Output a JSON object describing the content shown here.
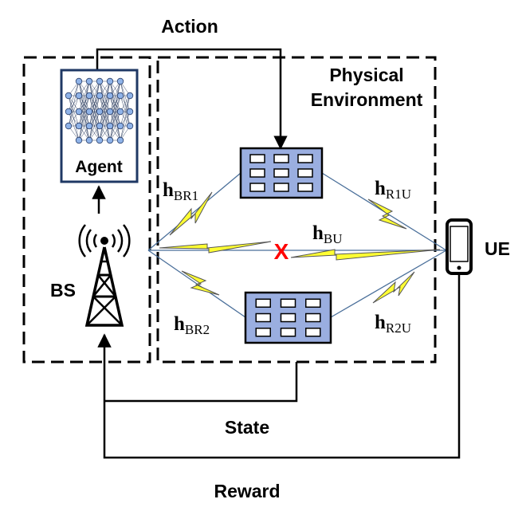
{
  "labels": {
    "action": "Action",
    "physical_line1": "Physical",
    "physical_line2": "Environment",
    "agent": "Agent",
    "bs": "BS",
    "ue": "UE",
    "state": "State",
    "reward": "Reward"
  },
  "channels": {
    "br1": {
      "main": "h",
      "sub": "BR1"
    },
    "r1u": {
      "main": "h",
      "sub": "R1U"
    },
    "bu": {
      "main": "h",
      "sub": "BU"
    },
    "br2": {
      "main": "h",
      "sub": "BR2"
    },
    "r2u": {
      "main": "h",
      "sub": "R2U"
    }
  },
  "colors": {
    "ris_fill": "#9aaee0",
    "ris_stroke": "#000000",
    "lightning": "#ffff33",
    "agent_border": "#1f3864",
    "nn_node": "#8fb3e8",
    "blocked_x": "#ff0000",
    "link_line": "#4a6f9a"
  },
  "icons": {
    "agent": "neural-network-icon",
    "bs": "cell-tower-icon",
    "ue": "smartphone-icon",
    "ris1": "ris-panel-icon",
    "ris2": "ris-panel-icon",
    "blocked": "blocked-x-icon"
  }
}
